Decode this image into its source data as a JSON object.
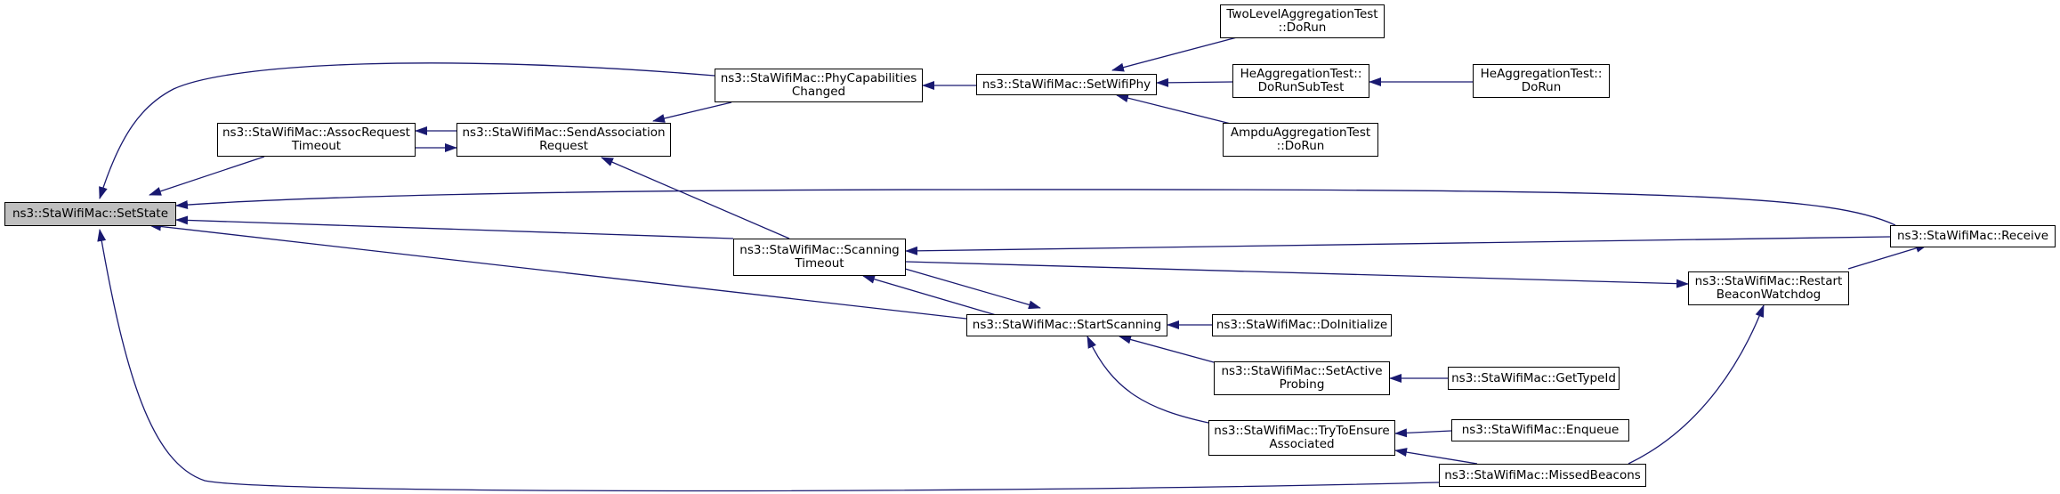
{
  "colors": {
    "edge": "#191970",
    "root_fill": "#bfbfbf",
    "node_border": "#000000",
    "background": "#ffffff"
  },
  "nodes": {
    "set_state": {
      "lines": [
        "ns3::StaWifiMac::SetState"
      ]
    },
    "assoc_timeout": {
      "lines": [
        "ns3::StaWifiMac::AssocRequest",
        "Timeout"
      ]
    },
    "send_assoc": {
      "lines": [
        "ns3::StaWifiMac::SendAssociation",
        "Request"
      ]
    },
    "phy_cap": {
      "lines": [
        "ns3::StaWifiMac::PhyCapabilities",
        "Changed"
      ]
    },
    "set_wifi_phy": {
      "lines": [
        "ns3::StaWifiMac::SetWifiPhy"
      ]
    },
    "two_level": {
      "lines": [
        "TwoLevelAggregationTest",
        "::DoRun"
      ]
    },
    "he_subtest": {
      "lines": [
        "HeAggregationTest::",
        "DoRunSubTest"
      ]
    },
    "he_dorun": {
      "lines": [
        "HeAggregationTest::",
        "DoRun"
      ]
    },
    "ampdu": {
      "lines": [
        "AmpduAggregationTest",
        "::DoRun"
      ]
    },
    "scan_timeout": {
      "lines": [
        "ns3::StaWifiMac::Scanning",
        "Timeout"
      ]
    },
    "start_scanning": {
      "lines": [
        "ns3::StaWifiMac::StartScanning"
      ]
    },
    "do_initialize": {
      "lines": [
        "ns3::StaWifiMac::DoInitialize"
      ]
    },
    "set_active": {
      "lines": [
        "ns3::StaWifiMac::SetActive",
        "Probing"
      ]
    },
    "get_type_id": {
      "lines": [
        "ns3::StaWifiMac::GetTypeId"
      ]
    },
    "try_ensure": {
      "lines": [
        "ns3::StaWifiMac::TryToEnsure",
        "Associated"
      ]
    },
    "enqueue": {
      "lines": [
        "ns3::StaWifiMac::Enqueue"
      ]
    },
    "missed_beacons": {
      "lines": [
        "ns3::StaWifiMac::MissedBeacons"
      ]
    },
    "restart_beacon": {
      "lines": [
        "ns3::StaWifiMac::Restart",
        "BeaconWatchdog"
      ]
    },
    "receive": {
      "lines": [
        "ns3::StaWifiMac::Receive"
      ]
    }
  },
  "edges": [
    {
      "from": "assoc_timeout",
      "to": "set_state"
    },
    {
      "from": "phy_cap",
      "to": "set_state"
    },
    {
      "from": "receive",
      "to": "set_state"
    },
    {
      "from": "scan_timeout",
      "to": "set_state"
    },
    {
      "from": "start_scanning",
      "to": "set_state"
    },
    {
      "from": "missed_beacons",
      "to": "set_state"
    },
    {
      "from": "send_assoc",
      "to": "assoc_timeout"
    },
    {
      "from": "assoc_timeout",
      "to": "send_assoc"
    },
    {
      "from": "phy_cap",
      "to": "send_assoc"
    },
    {
      "from": "scan_timeout",
      "to": "send_assoc"
    },
    {
      "from": "set_wifi_phy",
      "to": "phy_cap"
    },
    {
      "from": "two_level",
      "to": "set_wifi_phy"
    },
    {
      "from": "he_subtest",
      "to": "set_wifi_phy"
    },
    {
      "from": "ampdu",
      "to": "set_wifi_phy"
    },
    {
      "from": "he_dorun",
      "to": "he_subtest"
    },
    {
      "from": "receive",
      "to": "scan_timeout"
    },
    {
      "from": "start_scanning",
      "to": "scan_timeout"
    },
    {
      "from": "scan_timeout",
      "to": "start_scanning"
    },
    {
      "from": "scan_timeout",
      "to": "restart_beacon"
    },
    {
      "from": "do_initialize",
      "to": "start_scanning"
    },
    {
      "from": "set_active",
      "to": "start_scanning"
    },
    {
      "from": "try_ensure",
      "to": "start_scanning"
    },
    {
      "from": "get_type_id",
      "to": "set_active"
    },
    {
      "from": "enqueue",
      "to": "try_ensure"
    },
    {
      "from": "missed_beacons",
      "to": "try_ensure"
    },
    {
      "from": "missed_beacons",
      "to": "restart_beacon"
    },
    {
      "from": "restart_beacon",
      "to": "receive"
    }
  ]
}
